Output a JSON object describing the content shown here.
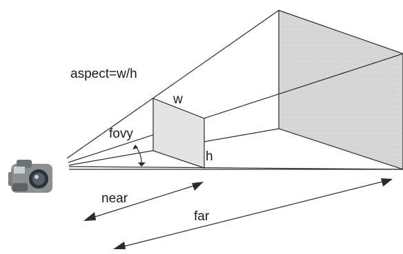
{
  "diagram": {
    "labels": {
      "aspect": "aspect=w/h",
      "width": "w",
      "height": "h",
      "fovy": "fovy",
      "near": "near",
      "far": "far"
    },
    "icons": {
      "camera": "camera-icon"
    },
    "colors": {
      "line": "#2b2b2b",
      "near_plane_fill": "#e4e4e4",
      "far_plane_fill": "#d9d9d9",
      "background": "#ffffff"
    }
  }
}
